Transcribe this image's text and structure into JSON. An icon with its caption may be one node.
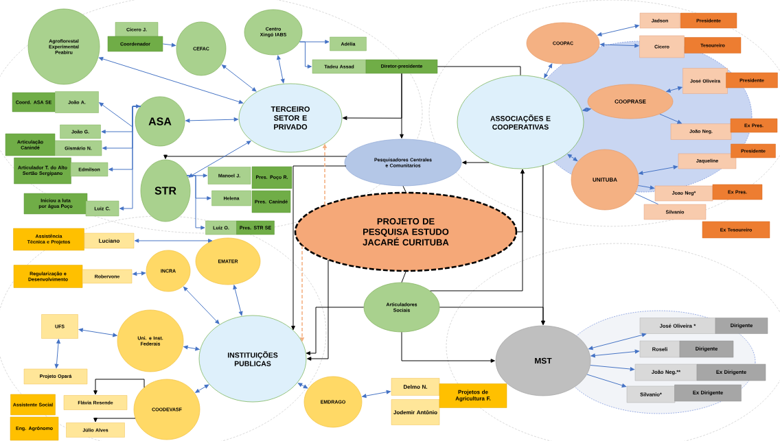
{
  "diagram": {
    "nodes": [
      {
        "text": [
          "Agroflorestal Experimental Peabiru"
        ]
      },
      {
        "text": [
          "Cicero J."
        ]
      },
      {
        "text": [
          "Coordenador"
        ]
      },
      {
        "text": [
          "CEFAC"
        ]
      },
      {
        "text": [
          "Centro Xingó IABS"
        ]
      },
      {
        "text": [
          "Adélia"
        ]
      },
      {
        "text": [
          "Tadeu Assad"
        ]
      },
      {
        "text": [
          "Diretor-presidente"
        ]
      },
      {
        "text": [
          "TERCEIRO SETOR E PRIVADO"
        ]
      },
      {
        "text": [
          "Coord. ASA SE"
        ]
      },
      {
        "text": [
          "João A."
        ]
      },
      {
        "text": [
          "João G."
        ]
      },
      {
        "text": [
          "Articulação Canindé"
        ]
      },
      {
        "text": [
          "Gismário N."
        ]
      },
      {
        "text": [
          "Articulador T. do Alto Sertão Sergipano"
        ]
      },
      {
        "text": [
          "Edmilson"
        ]
      },
      {
        "text": [
          "Iniciou a luta por água Poço"
        ]
      },
      {
        "text": [
          "Luiz C."
        ]
      },
      {
        "text": [
          "ASA"
        ]
      },
      {
        "text": [
          "STR"
        ]
      },
      {
        "text": [
          "Manoel J."
        ]
      },
      {
        "text": [
          "Pres. Poço R."
        ]
      },
      {
        "text": [
          "Helena"
        ]
      },
      {
        "text": [
          "Pres. Canindé"
        ]
      },
      {
        "text": [
          "Luiz O."
        ]
      },
      {
        "text": [
          "Pres. STR SE"
        ]
      },
      {
        "text": [
          "Pesquisadores Centrales e Comunitarios"
        ]
      },
      {
        "text": [
          "PROJETO DE PESQUISA ESTUDO JACARÉ CURITUBA"
        ]
      },
      {
        "text": [
          "ASSOCIAÇÕES E COOPERATIVAS"
        ]
      },
      {
        "text": [
          "COOPAC"
        ]
      },
      {
        "text": [
          "Jadson"
        ]
      },
      {
        "text": [
          "Presidente"
        ]
      },
      {
        "text": [
          "Cicero"
        ]
      },
      {
        "text": [
          "Tesoureiro"
        ]
      },
      {
        "text": [
          "COOPRASE"
        ]
      },
      {
        "text": [
          "José Oliveira"
        ]
      },
      {
        "text": [
          "Presidente"
        ]
      },
      {
        "text": [
          "João Neg."
        ]
      },
      {
        "text": [
          "Ex Pres."
        ]
      },
      {
        "text": [
          "UNITUBA"
        ]
      },
      {
        "text": [
          "Jaqueline"
        ]
      },
      {
        "text": [
          "Presidente"
        ]
      },
      {
        "text": [
          "Joao Neg*"
        ]
      },
      {
        "text": [
          "Ex Pres."
        ]
      },
      {
        "text": [
          "Silvanio"
        ]
      },
      {
        "text": [
          "Ex Tesoureiro"
        ]
      },
      {
        "text": [
          "Assistência Técnica e Projetos"
        ]
      },
      {
        "text": [
          "Luciano"
        ]
      },
      {
        "text": [
          "Regularização e Desenvolvimento"
        ]
      },
      {
        "text": [
          "Robervone"
        ]
      },
      {
        "text": [
          "EMATER"
        ]
      },
      {
        "text": [
          "INCRA"
        ]
      },
      {
        "text": [
          "UFS"
        ]
      },
      {
        "text": [
          "Uni. e Inst. Federais"
        ]
      },
      {
        "text": [
          "INSTITUIÇÕES PUBLICAS"
        ]
      },
      {
        "text": [
          "Articuladores Sociais"
        ]
      },
      {
        "text": [
          "Projeto Opará"
        ]
      },
      {
        "text": [
          "COODEVASF"
        ]
      },
      {
        "text": [
          "Assistente Social"
        ]
      },
      {
        "text": [
          "Flávia Resende"
        ]
      },
      {
        "text": [
          "Eng. Agrônomo"
        ]
      },
      {
        "text": [
          "Júlio Alves"
        ]
      },
      {
        "text": [
          "EMDRAGO"
        ]
      },
      {
        "text": [
          "Delmo N."
        ]
      },
      {
        "text": [
          "Jodemir Antônio"
        ]
      },
      {
        "text": [
          "Projetos de Agricultura F."
        ]
      },
      {
        "text": [
          "MST"
        ]
      },
      {
        "text": [
          "José Oliveira *"
        ]
      },
      {
        "text": [
          "Dirigente"
        ]
      },
      {
        "text": [
          "Roseli"
        ]
      },
      {
        "text": [
          "Dirigente"
        ]
      },
      {
        "text": [
          "João Neg.**"
        ]
      },
      {
        "text": [
          "Ex Dirigente"
        ]
      },
      {
        "text": [
          "Silvanio*"
        ]
      },
      {
        "text": [
          "Ex Dirigente"
        ]
      }
    ],
    "edges": [
      {
        "from": 0,
        "to": 8,
        "arrow": "both"
      },
      {
        "from": 2,
        "to": 3,
        "arrow": "to"
      },
      {
        "from": 3,
        "to": 8,
        "arrow": "both"
      },
      {
        "from": 4,
        "to": 8,
        "arrow": "both"
      },
      {
        "from": 4,
        "to": 5,
        "arrow": "to"
      },
      {
        "from": 4,
        "to": 6,
        "arrow": "to"
      },
      {
        "from": 7,
        "to": 26,
        "arrow": "to",
        "color": "#000000"
      },
      {
        "from": 7,
        "to": 8,
        "arrow": "to",
        "color": "#000000"
      },
      {
        "from": 7,
        "to": 28,
        "arrow": "none",
        "color": "#000000"
      },
      {
        "from": 28,
        "to": 26,
        "arrow": "to",
        "color": "#000000"
      },
      {
        "from": 26,
        "to": 27,
        "arrow": "none",
        "color": "#000000"
      },
      {
        "from": 26,
        "to": 19,
        "arrow": "to",
        "color": "#000000"
      },
      {
        "from": 26,
        "to": 54,
        "arrow": "to",
        "color": "#000000"
      },
      {
        "from": 27,
        "to": 8,
        "arrow": "to",
        "style": "dashed",
        "color": "#f4b183"
      },
      {
        "from": 27,
        "to": 54,
        "arrow": "to",
        "style": "dashed",
        "color": "#f4b183"
      },
      {
        "from": 27,
        "to": 54,
        "arrow": "to",
        "color": "#000000"
      },
      {
        "from": 55,
        "to": 54,
        "arrow": "to",
        "color": "#000000"
      },
      {
        "from": 55,
        "to": 27,
        "arrow": "none",
        "color": "#000000"
      },
      {
        "from": 55,
        "to": 28,
        "arrow": "to",
        "color": "#000000"
      },
      {
        "from": 27,
        "to": 28,
        "arrow": "to",
        "color": "#000000"
      },
      {
        "from": 55,
        "to": 66,
        "arrow": "to",
        "color": "#000000"
      },
      {
        "from": 28,
        "to": 66,
        "arrow": "to",
        "color": "#000000"
      },
      {
        "from": 55,
        "to": 66,
        "arrow": "to",
        "color": "#000000"
      },
      {
        "from": 54,
        "to": 62,
        "arrow": "both"
      },
      {
        "from": 62,
        "to": 63,
        "arrow": "both"
      },
      {
        "from": 50,
        "to": 54,
        "arrow": "both"
      },
      {
        "from": 51,
        "to": 54,
        "arrow": "both"
      },
      {
        "from": 53,
        "to": 54,
        "arrow": "both"
      },
      {
        "from": 57,
        "to": 54,
        "arrow": "both"
      },
      {
        "from": 47,
        "to": 50,
        "arrow": "both"
      },
      {
        "from": 49,
        "to": 51,
        "arrow": "both"
      },
      {
        "from": 52,
        "to": 53,
        "arrow": "both"
      },
      {
        "from": 52,
        "to": 56,
        "arrow": "both"
      },
      {
        "from": 57,
        "to": 59,
        "arrow": "to",
        "color": "#000000"
      },
      {
        "from": 57,
        "to": 61,
        "arrow": "to",
        "color": "#000000"
      },
      {
        "from": 8,
        "to": 18,
        "arrow": "both"
      },
      {
        "from": 8,
        "to": 19,
        "arrow": "both"
      },
      {
        "from": 18,
        "to": 10,
        "arrow": "both"
      },
      {
        "from": 18,
        "to": 11,
        "arrow": "to"
      },
      {
        "from": 18,
        "to": 13,
        "arrow": "to"
      },
      {
        "from": 18,
        "to": 15,
        "arrow": "to"
      },
      {
        "from": 18,
        "to": 17,
        "arrow": "to"
      },
      {
        "from": 19,
        "to": 20,
        "arrow": "to"
      },
      {
        "from": 19,
        "to": 22,
        "arrow": "to"
      },
      {
        "from": 19,
        "to": 24,
        "arrow": "to"
      },
      {
        "from": 28,
        "to": 29,
        "arrow": "both"
      },
      {
        "from": 28,
        "to": 34,
        "arrow": "both"
      },
      {
        "from": 28,
        "to": 39,
        "arrow": "both"
      },
      {
        "from": 29,
        "to": 30,
        "arrow": "both"
      },
      {
        "from": 29,
        "to": 32,
        "arrow": "both"
      },
      {
        "from": 34,
        "to": 35,
        "arrow": "both"
      },
      {
        "from": 34,
        "to": 37,
        "arrow": "to"
      },
      {
        "from": 39,
        "to": 40,
        "arrow": "both"
      },
      {
        "from": 39,
        "to": 42,
        "arrow": "to"
      },
      {
        "from": 39,
        "to": 44,
        "arrow": "none"
      },
      {
        "from": 66,
        "to": 67,
        "arrow": "both"
      },
      {
        "from": 66,
        "to": 69,
        "arrow": "both"
      },
      {
        "from": 66,
        "to": 71,
        "arrow": "to"
      },
      {
        "from": 66,
        "to": 73,
        "arrow": "to"
      }
    ]
  }
}
